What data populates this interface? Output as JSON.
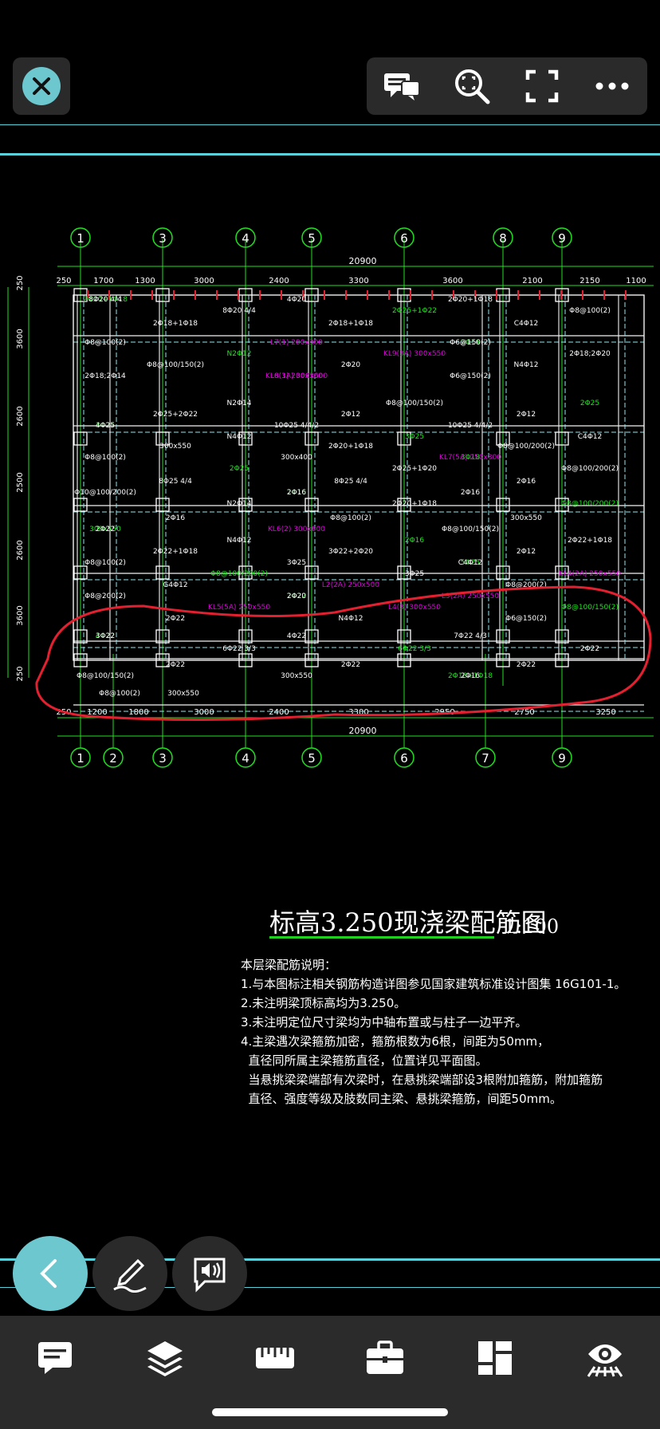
{
  "toolbar": {
    "close_icon": "close-icon",
    "tools": [
      "comment-icon",
      "zoom-fit-icon",
      "fullscreen-icon",
      "more-icon"
    ]
  },
  "drawing": {
    "axes_top": [
      "1",
      "3",
      "4",
      "5",
      "6",
      "8",
      "9"
    ],
    "axes_bottom": [
      "1",
      "2",
      "3",
      "4",
      "5",
      "6",
      "7",
      "9"
    ],
    "total_top": "20900",
    "total_bottom": "20900",
    "dims_top": [
      "250",
      "1700",
      "1300",
      "3000",
      "2400",
      "3300",
      "3600",
      "2100",
      "2150",
      "1100"
    ],
    "dims_bottom": [
      "250",
      "1200",
      "1800",
      "3000",
      "2400",
      "3300",
      "2950",
      "2750",
      "3250"
    ],
    "dims_left": [
      "250",
      "3600",
      "2600",
      "2500",
      "2600",
      "3600",
      "250"
    ],
    "beam_labels": [
      "2Φ20+1Φ18",
      "4Φ20",
      "2Φ20+1Φ18",
      "8Φ20 4/4",
      "8Φ20 4/4",
      "2Φ25+1Φ22",
      "Φ8@100(2)",
      "2Φ18+1Φ18",
      "C4Φ12",
      "2Φ18+1Φ18",
      "2Φ16",
      "Φ8@100(2)",
      "L7(1) 200x300",
      "Φ6@150(2)",
      "2Φ18;2Φ20",
      "N2Φ12",
      "KL9(3A) 300x550",
      "Φ8@100/150(2)",
      "2Φ20",
      "N4Φ12",
      "L8(1) 200x300",
      "Φ6@150(2)",
      "2Φ18;2Φ14",
      "KL6(3A) 300x600",
      "Φ8@100/150(2)",
      "2Φ25",
      "N2Φ14",
      "2Φ12",
      "2Φ25+2Φ22",
      "2Φ12",
      "3Φ25",
      "10Φ25 4/4/2",
      "10Φ25 4/4/2",
      "4Φ25",
      "N4Φ12",
      "3Φ25",
      "C4Φ12",
      "2Φ20+1Φ18",
      "Φ8@100/200(2)",
      "300x550",
      "3Φ18",
      "Φ8@100(2)",
      "300x400",
      "KL7(5A) 250x300",
      "Φ8@100/200(2)",
      "2Φ25",
      "2Φ25+1Φ20",
      "8Φ25 4/4",
      "8Φ25 4/4",
      "2Φ16",
      "2Φ16",
      "2Φ16",
      "Φ10@100/200(2)",
      "2Φ16",
      "2Φ20+1Φ18",
      "Φ8@100/200(2)",
      "N2Φ14",
      "300x550",
      "2Φ16",
      "Φ8@100(2)",
      "300x550",
      "KL6(2) 300x600",
      "Φ8@100/150(2)",
      "2Φ22",
      "N4Φ12",
      "2Φ16",
      "2Φ22+1Φ18",
      "3Φ22+2Φ20",
      "2Φ12",
      "2Φ22+1Φ18",
      "5Φ25",
      "Φ8@100(2)",
      "3Φ25",
      "C4Φ12",
      "KL4(2A) 250x550",
      "Φ8@100/200(2)",
      "3Φ25",
      "G4Φ12",
      "L2(2A) 250x500",
      "Φ8@200(2)",
      "2Φ22",
      "L3(2A) 250x550",
      "Φ8@200(2)",
      "2Φ20",
      "L4(3) 300x550",
      "Φ8@100/150(2)",
      "KL5(5A) 250x550",
      "Φ6@150(2)",
      "2Φ22",
      "N4Φ12",
      "4Φ22",
      "4Φ22",
      "7Φ22 4/3",
      "3Φ22",
      "6Φ22 3/3",
      "6Φ22 3/3",
      "2Φ22",
      "2Φ22",
      "2Φ22",
      "2Φ22",
      "2Φ18+1Φ18",
      "Φ8@100/150(2)",
      "300x550",
      "2Φ16",
      "Φ8@100(2)",
      "300x550"
    ]
  },
  "title": {
    "main": "标高3.250现浇梁配筋图",
    "scale": "1:100"
  },
  "notes": [
    "本层梁配筋说明：",
    "1.与本图标注相关钢筋构造详图参见国家建筑标准设计图集 16G101-1。",
    "2.未注明梁顶标高均为3.250。",
    "3.未注明定位尺寸梁均为中轴布置或与柱子一边平齐。",
    "4.主梁遇次梁箍筋加密，箍筋根数为6根，间距为50mm，",
    "  直径同所属主梁箍筋直径，位置详见平面图。",
    "  当悬挑梁梁端部有次梁时，在悬挑梁端部设3根附加箍筋，附加箍筋",
    "  直径、强度等级及肢数同主梁、悬挑梁箍筋，间距50mm。"
  ],
  "fabs": [
    "back-icon",
    "annotate-icon",
    "voice-comment-icon"
  ],
  "bottom_tabs": [
    "comments-icon",
    "layers-icon",
    "measure-icon",
    "toolbox-icon",
    "layout-icon",
    "view-icon"
  ],
  "colors": {
    "accent": "#6cc7cf",
    "grid": "#20e020",
    "beam": "#f2f2f2",
    "magenta": "#e000e0",
    "red_mark": "#e22030",
    "dashed": "#8fe6ee",
    "cyan_line": "#5ad0da"
  }
}
